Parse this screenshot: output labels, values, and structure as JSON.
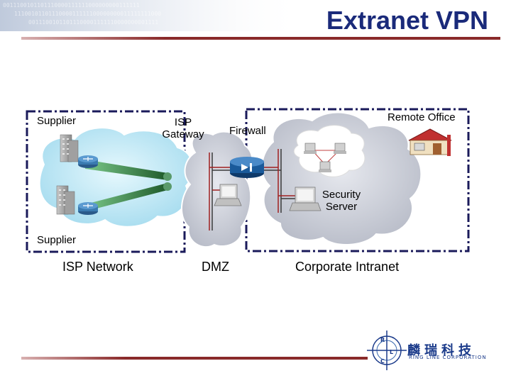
{
  "slide": {
    "title": "Extranet VPN"
  },
  "labels": {
    "supplier_top": "Supplier",
    "supplier_bottom": "Supplier",
    "isp_gateway_line1": "ISP",
    "isp_gateway_line2": "Gateway",
    "firewall": "Firewall",
    "remote_office": "Remote Office",
    "security_server_line1": "Security",
    "security_server_line2": "Server"
  },
  "regions": {
    "isp_network": "ISP Network",
    "dmz": "DMZ",
    "corporate_intranet": "Corporate Intranet"
  },
  "logo": {
    "chinese_name": "麟瑞科技",
    "english_name": "RING LINE CORPORATION",
    "ring_letters": [
      "R",
      "L",
      "C"
    ]
  },
  "colors": {
    "title": "#1a2a7a",
    "accent_line": "#8a2a2a",
    "box_border": "#1a1a5a",
    "cloud_fill": "#cfd3dd",
    "isp_cloud_fill": "#bfe8f5",
    "tunnel": "#2f7a3a",
    "lan_line": "#a02020",
    "firewall_fill": "#1a5a9a"
  }
}
